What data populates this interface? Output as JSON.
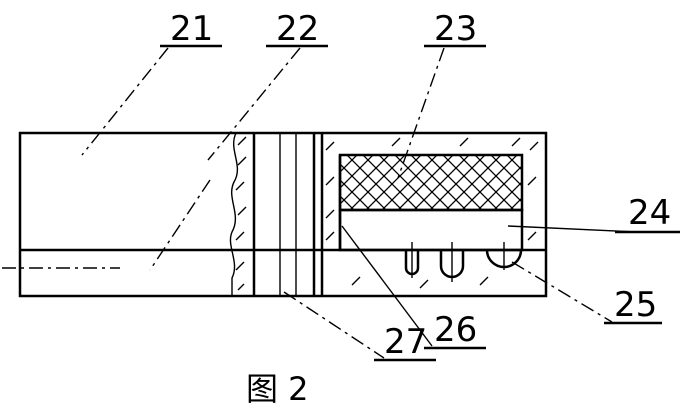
{
  "labels": {
    "l21": "21",
    "l22": "22",
    "l23": "23",
    "l24": "24",
    "l25": "25",
    "l26": "26",
    "l27": "27"
  },
  "caption": "图 2"
}
